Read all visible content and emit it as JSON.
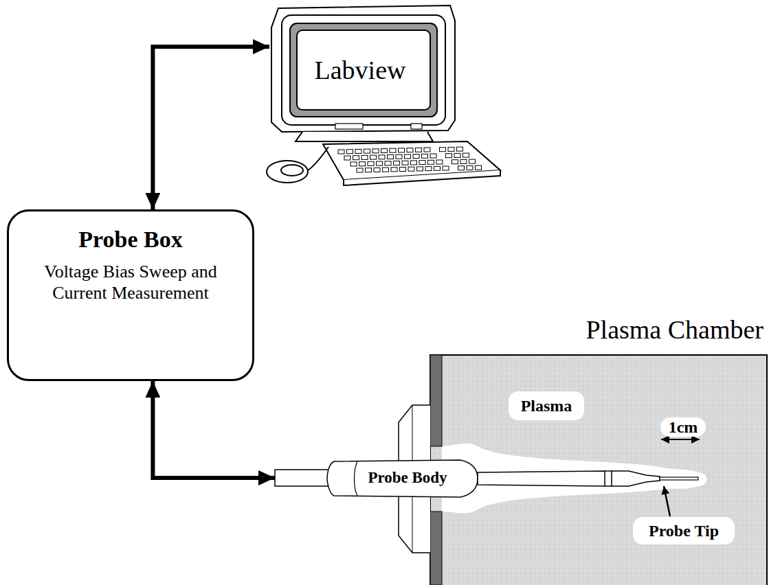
{
  "diagram": {
    "nodes": [
      {
        "text": [
          "Labview"
        ]
      },
      {
        "text": [
          "Probe Box",
          "Voltage Bias Sweep and Current Measurement"
        ]
      },
      {
        "text": [
          "Plasma Chamber"
        ]
      },
      {
        "text": [
          "Plasma"
        ],
        "in": 2
      },
      {
        "text": [
          "Probe Body"
        ]
      },
      {
        "text": [
          "1cm"
        ],
        "in": 2
      },
      {
        "text": [
          "Probe Tip"
        ],
        "in": 2
      }
    ],
    "edges": [
      {
        "from": 1,
        "to": 0,
        "arrow": "both"
      },
      {
        "from": 1,
        "to": 4,
        "arrow": "both"
      }
    ]
  }
}
